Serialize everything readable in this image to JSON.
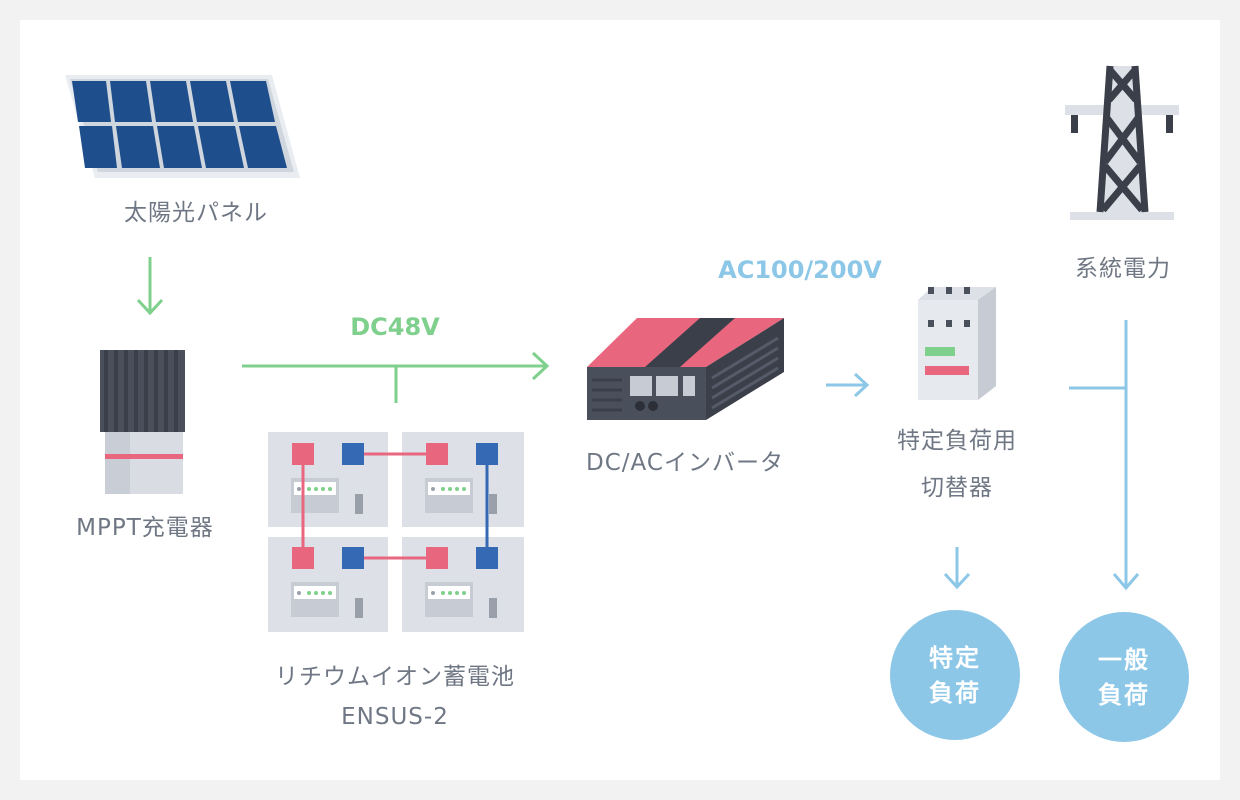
{
  "nodes": {
    "solar_panel": "太陽光パネル",
    "mppt": "MPPT充電器",
    "battery_line1": "リチウムイオン蓄電池",
    "battery_line2": "ENSUS-2",
    "inverter": "DC/ACインバータ",
    "switch_line1": "特定負荷用",
    "switch_line2": "切替器",
    "grid": "系統電力",
    "specific_load_line1": "特定",
    "specific_load_line2": "負荷",
    "general_load_line1": "一般",
    "general_load_line2": "負荷"
  },
  "edges": {
    "dc_label": "DC48V",
    "ac_label": "AC100/200V"
  },
  "colors": {
    "dc_line": "#7ed08c",
    "ac_line": "#8cc7e8",
    "panel": "#1f4e8c",
    "accent_red": "#e8677e",
    "accent_blue": "#3569b3"
  },
  "icons": [
    "solar-panel-icon",
    "mppt-charger-icon",
    "battery-rack-icon",
    "inverter-icon",
    "switch-icon",
    "power-tower-icon"
  ]
}
